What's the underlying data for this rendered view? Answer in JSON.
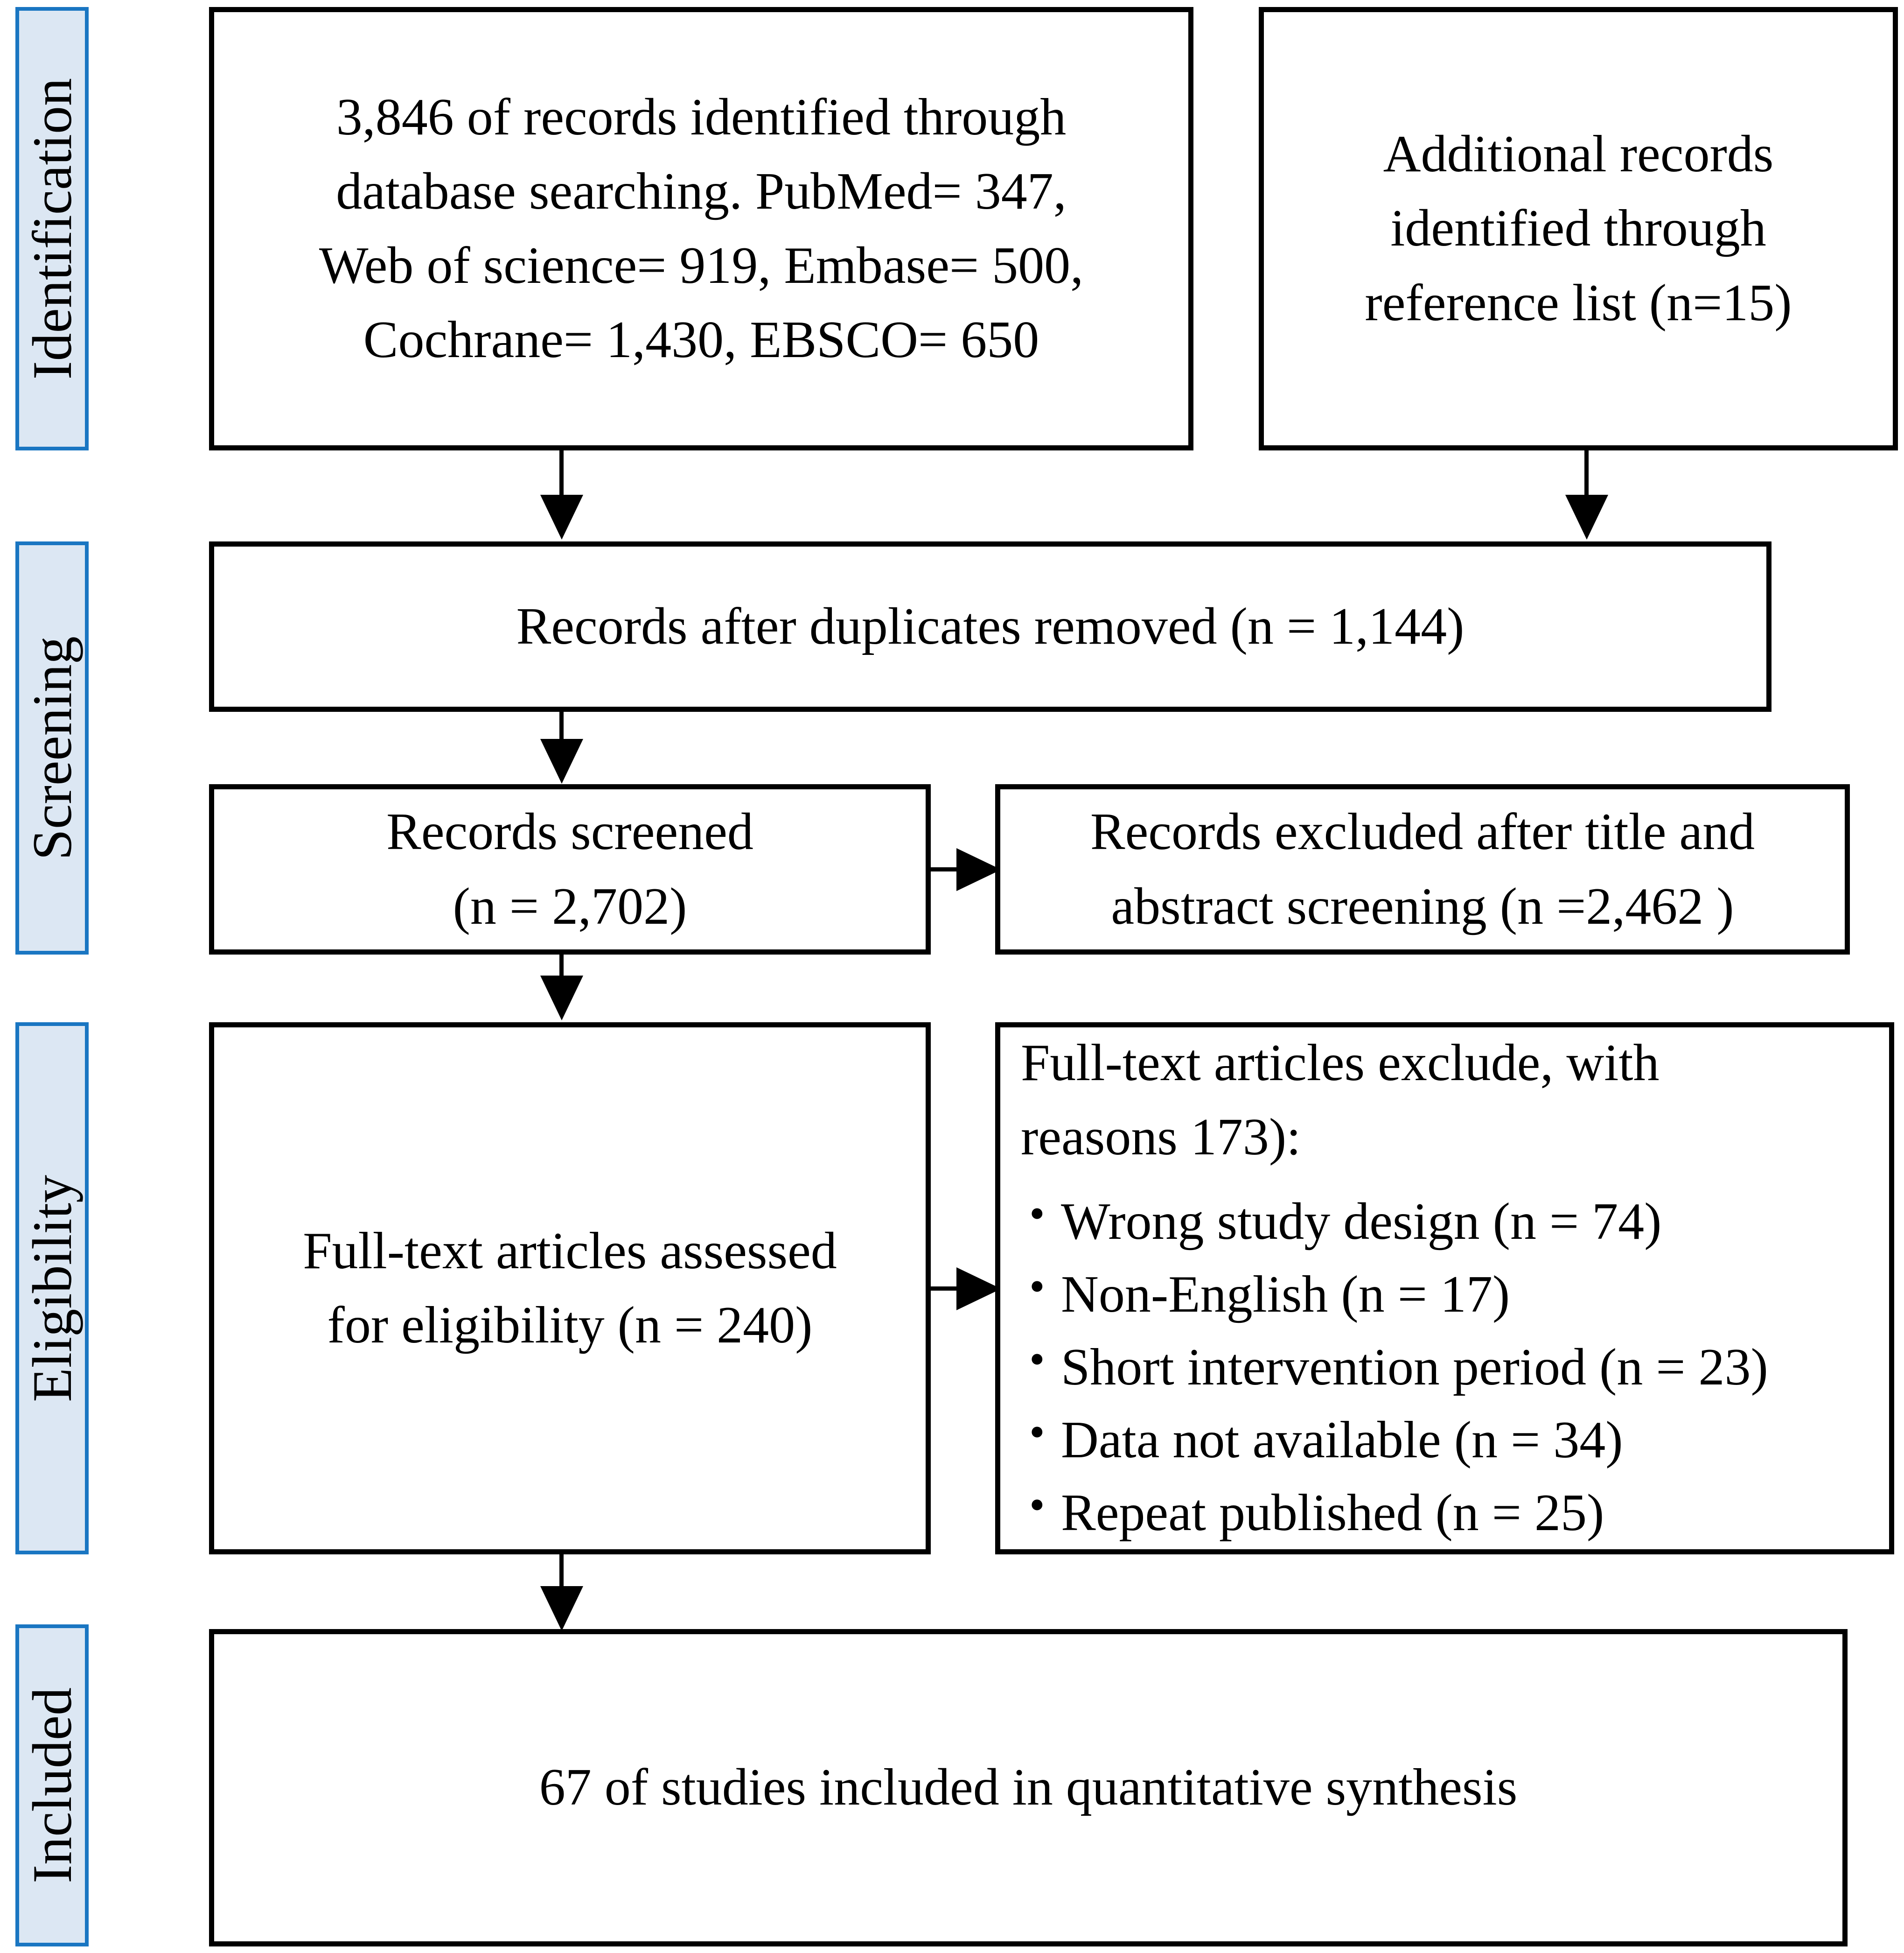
{
  "diagram": {
    "type": "prisma-flow-diagram",
    "accent_color": "#1a76c2",
    "phase_fill_color": "#dce7f3",
    "border_color": "#000000"
  },
  "phases": [
    {
      "id": "identification",
      "label": "Identification"
    },
    {
      "id": "screening",
      "label": "Screening"
    },
    {
      "id": "eligibility",
      "label": "Eligibility"
    },
    {
      "id": "included",
      "label": "Included"
    }
  ],
  "boxes": {
    "records_identified": {
      "lines": [
        "3,846 of records identified through",
        "database searching. PubMed= 347,",
        "Web of science= 919, Embase= 500,",
        "Cochrane= 1,430, EBSCO= 650"
      ]
    },
    "additional_records": {
      "lines": [
        "Additional records",
        "identified through",
        "reference list (n=15)"
      ]
    },
    "duplicates_removed": {
      "lines": [
        "Records after duplicates removed (n = 1,144)"
      ]
    },
    "records_screened": {
      "lines": [
        "Records screened",
        "(n = 2,702)"
      ]
    },
    "records_excluded": {
      "lines": [
        "Records excluded after title and",
        "abstract screening (n =2,462 )"
      ]
    },
    "fulltext_assessed": {
      "lines": [
        "Full-text articles assessed",
        "for eligibility (n = 240)"
      ]
    },
    "fulltext_excluded": {
      "header_lines": [
        "Full-text articles exclude, with",
        "reasons 173):"
      ],
      "reasons": [
        "Wrong study design (n = 74)",
        "Non-English (n = 17)",
        "Short intervention period (n = 23)",
        "Data not available (n = 34)",
        "Repeat published (n = 25)"
      ]
    },
    "studies_included": {
      "lines": [
        "67 of studies included in quantitative synthesis"
      ]
    }
  },
  "counts": {
    "records_identified_total": "3,846",
    "pubmed": "347",
    "web_of_science": "919",
    "embase": "500",
    "cochrane": "1,430",
    "ebsco": "650",
    "additional_reference_list": "15",
    "after_duplicates_removed": "1,144",
    "records_screened": "2,702",
    "records_excluded_title_abstract": "2,462",
    "fulltext_assessed": "240",
    "fulltext_excluded_total": "173",
    "reason_wrong_study_design": "74",
    "reason_non_english": "17",
    "reason_short_intervention_period": "23",
    "reason_data_not_available": "34",
    "reason_repeat_published": "25",
    "studies_included_quantitative": "67"
  }
}
